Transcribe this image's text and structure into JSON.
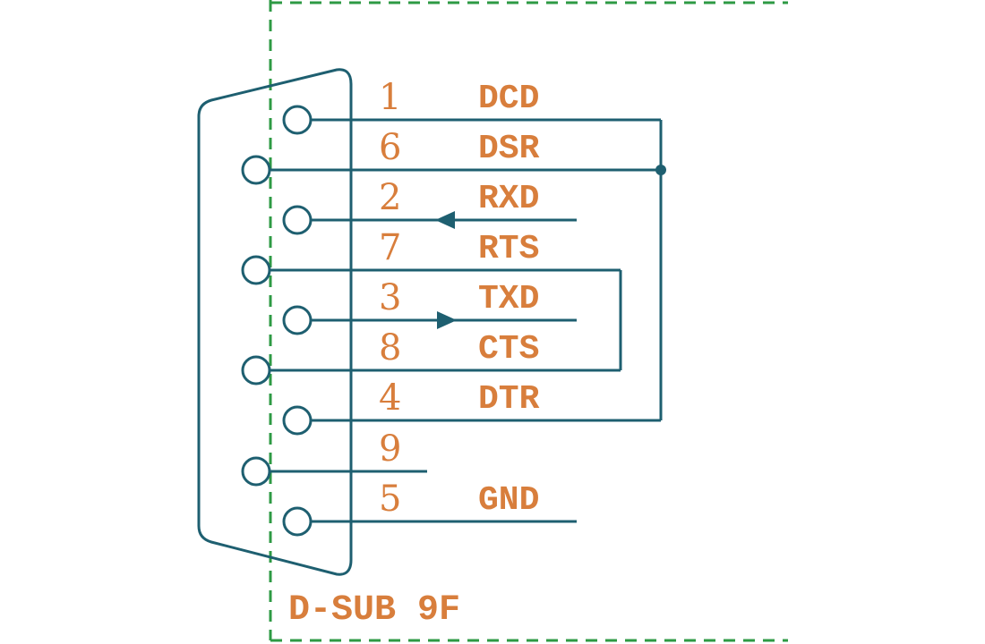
{
  "connector": {
    "label": "D-SUB 9F"
  },
  "pins": [
    {
      "number": "1",
      "signal": "DCD"
    },
    {
      "number": "6",
      "signal": "DSR"
    },
    {
      "number": "2",
      "signal": "RXD"
    },
    {
      "number": "7",
      "signal": "RTS"
    },
    {
      "number": "3",
      "signal": "TXD"
    },
    {
      "number": "8",
      "signal": "CTS"
    },
    {
      "number": "4",
      "signal": "DTR"
    },
    {
      "number": "9",
      "signal": ""
    },
    {
      "number": "5",
      "signal": "GND"
    }
  ],
  "colors": {
    "text": "#d87e3c",
    "wire": "#1e5f70",
    "border": "#2e9a44"
  }
}
